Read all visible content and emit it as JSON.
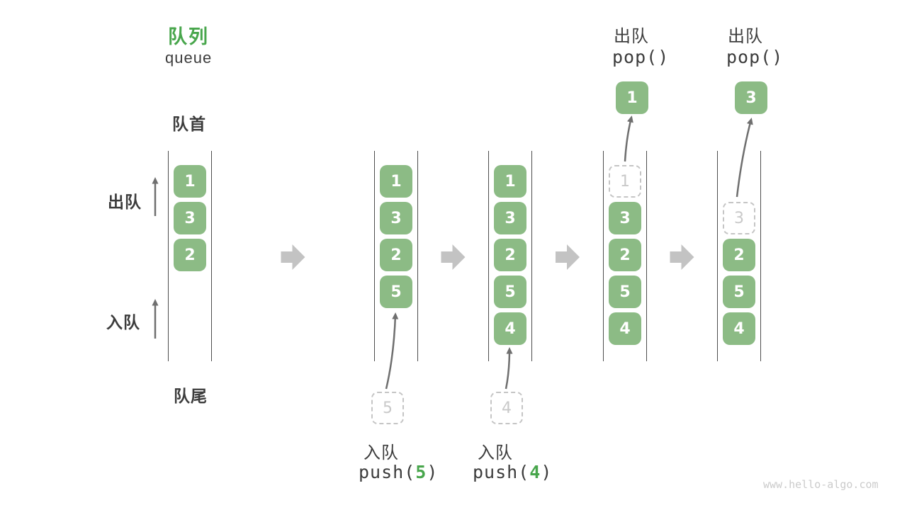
{
  "title": {
    "zh": "队列",
    "en": "queue"
  },
  "side_labels": {
    "front": "队首",
    "rear": "队尾",
    "dequeue": "出队",
    "enqueue": "入队"
  },
  "watermark": "www.hello-algo.com",
  "colors": {
    "box_green": "#8cbb85",
    "title_green": "#48a64c",
    "code_green": "#48a64c",
    "text_dark": "#3c3c3c",
    "line_gray": "#4d4d4d",
    "arrow_gray": "#6f6f6f",
    "big_arrow_gray": "#c3c3c3",
    "ghost_gray": "#c5c5c5",
    "watermark_gray": "#cbcbcb"
  },
  "states": [
    {
      "slots": [
        "1",
        "3",
        "2"
      ]
    },
    {
      "slots": [
        "1",
        "3",
        "2",
        "5"
      ],
      "enqueue": {
        "label": "入队",
        "code_before": "push(",
        "code_arg": "5",
        "code_after": ")",
        "ghost_value": "5"
      }
    },
    {
      "slots": [
        "1",
        "3",
        "2",
        "5",
        "4"
      ],
      "enqueue": {
        "label": "入队",
        "code_before": "push(",
        "code_arg": "4",
        "code_after": ")",
        "ghost_value": "4"
      }
    },
    {
      "slots": [
        {
          "v": "1",
          "ghost": true
        },
        "3",
        "2",
        "5",
        "4"
      ],
      "dequeue": {
        "label": "出队",
        "code": "pop()",
        "popped_value": "1"
      }
    },
    {
      "slots": [
        null,
        {
          "v": "3",
          "ghost": true
        },
        "2",
        "5",
        "4"
      ],
      "dequeue": {
        "label": "出队",
        "code": "pop()",
        "popped_value": "3"
      }
    }
  ]
}
